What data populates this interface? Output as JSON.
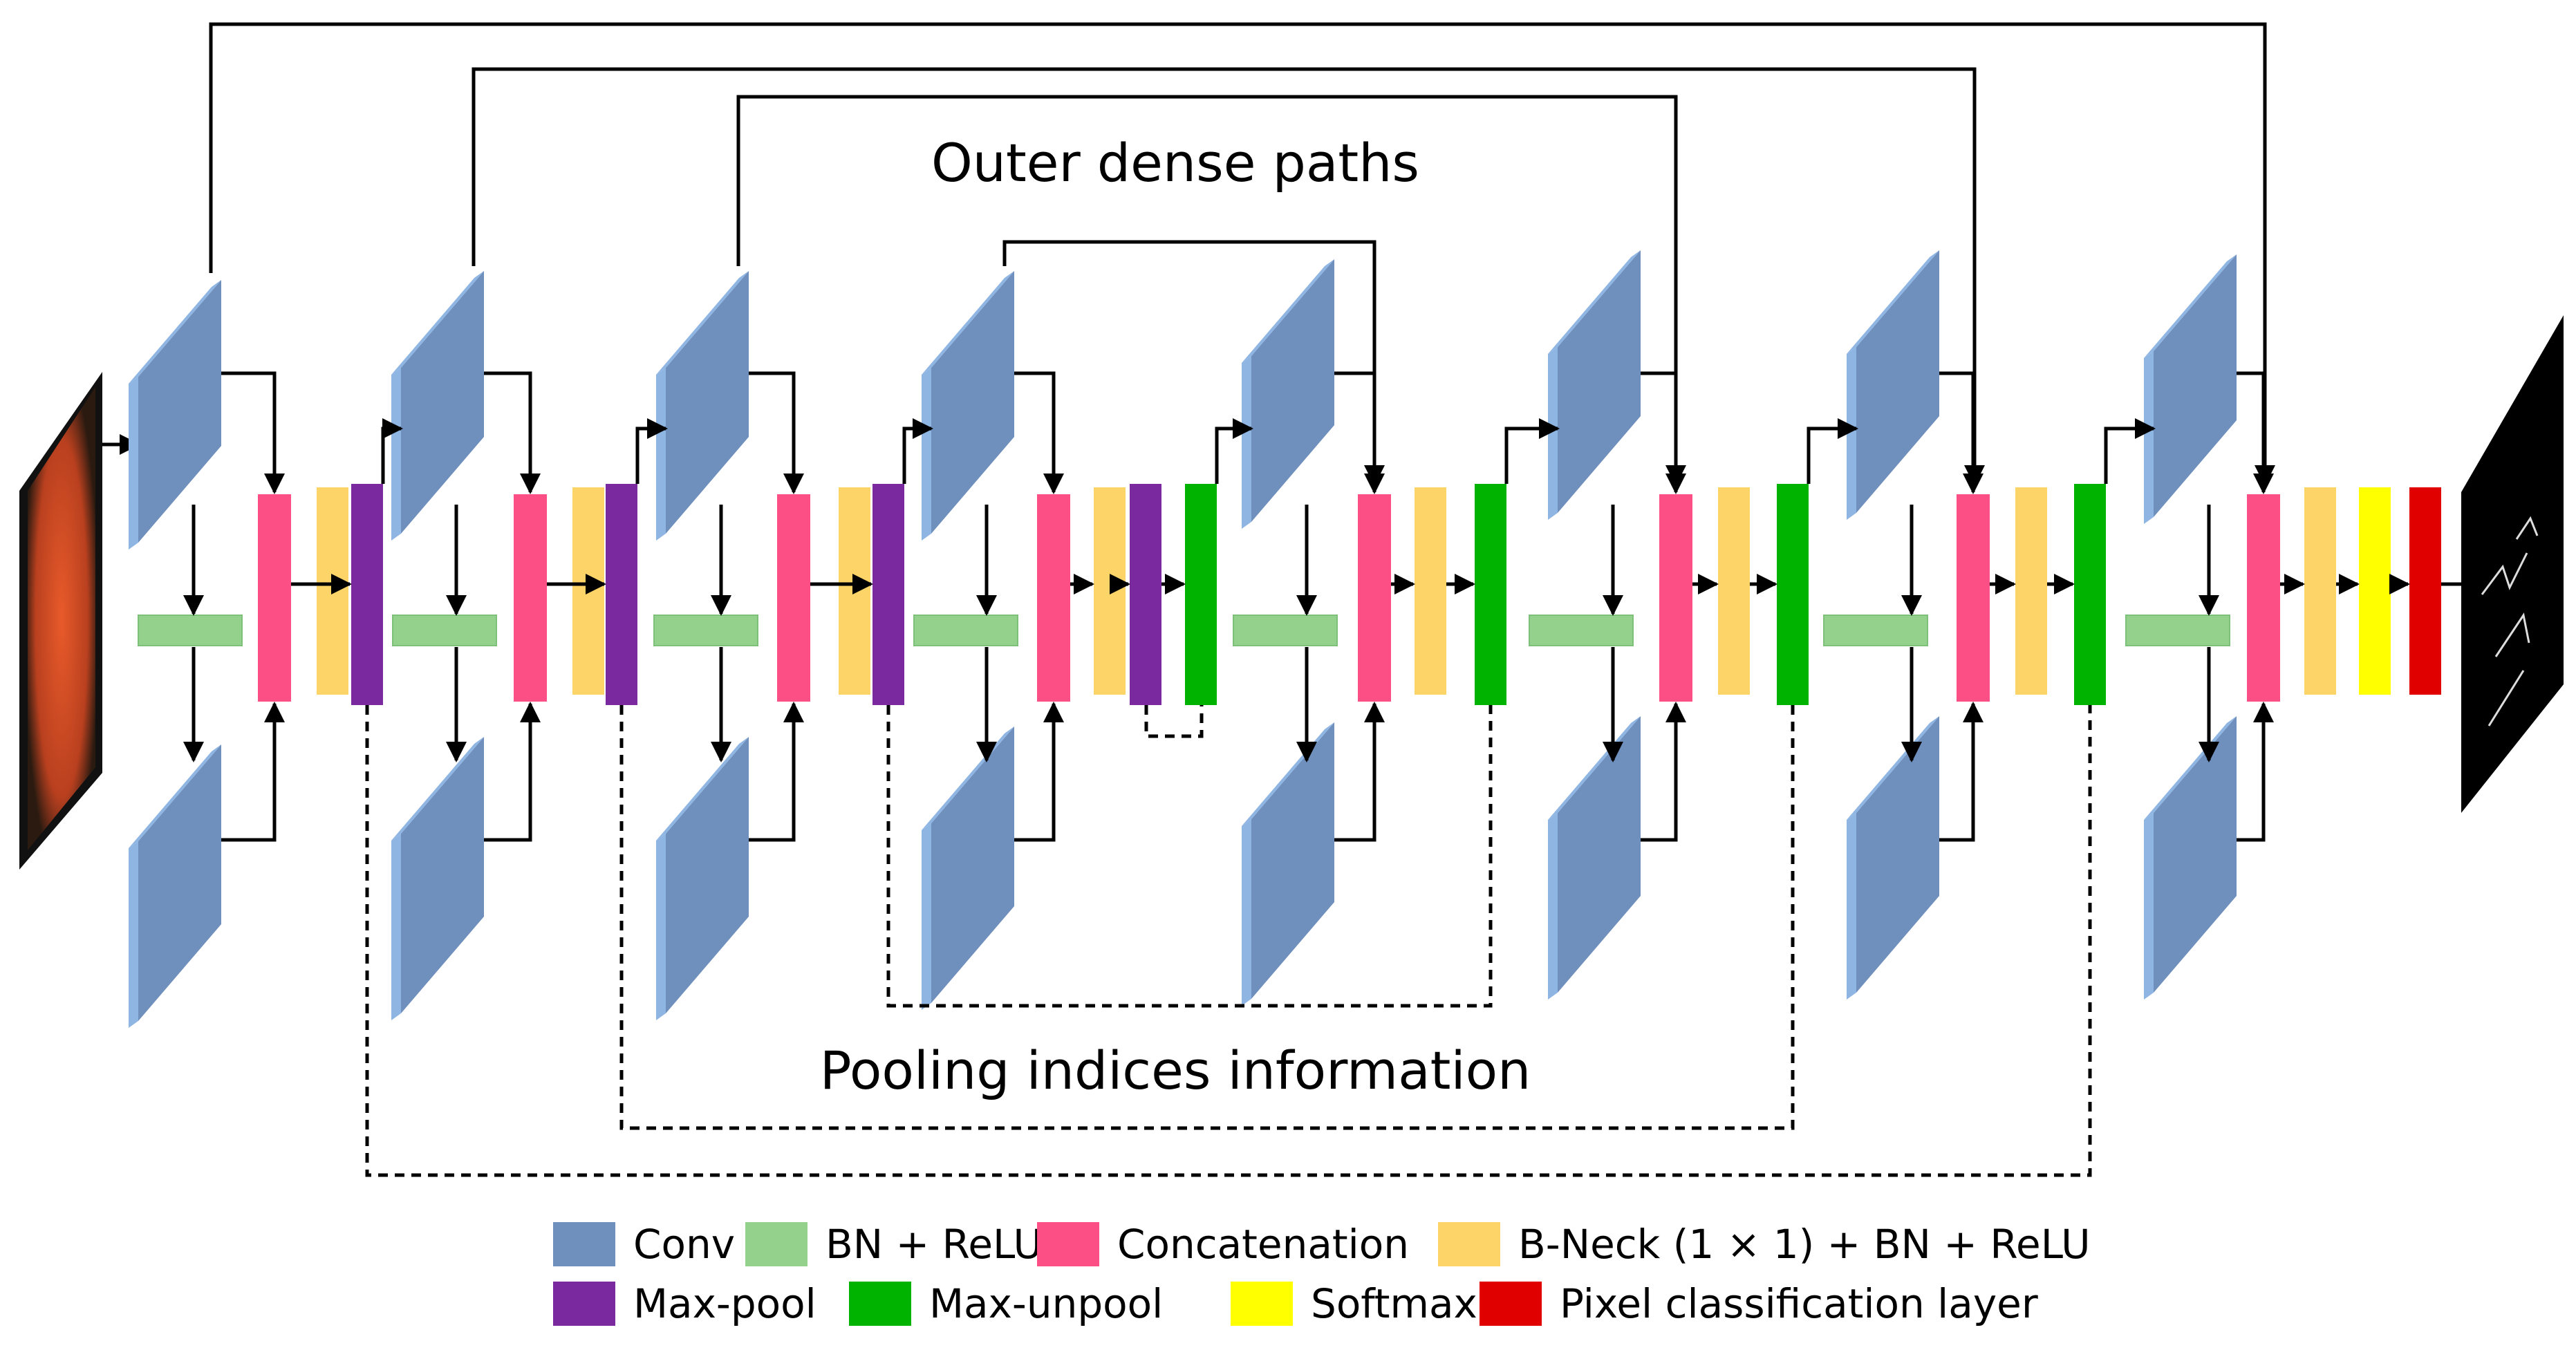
{
  "labels": {
    "outer_dense_paths": "Outer dense paths",
    "pooling_indices": "Pooling indices information"
  },
  "legend": [
    {
      "key": "conv",
      "label": "Conv",
      "color": "#6f8fbd"
    },
    {
      "key": "bn_relu",
      "label": "BN + ReLU",
      "color": "#93d18c"
    },
    {
      "key": "concat",
      "label": "Concatenation",
      "color": "#fc4f86"
    },
    {
      "key": "bneck",
      "label": "B-Neck (1 × 1) + BN + ReLU",
      "color": "#fdd468"
    },
    {
      "key": "maxpool",
      "label": "Max-pool",
      "color": "#7a2a9e"
    },
    {
      "key": "maxunpool",
      "label": "Max-unpool",
      "color": "#00b300"
    },
    {
      "key": "softmax",
      "label": "Softmax",
      "color": "#ffff00"
    },
    {
      "key": "pixel",
      "label": "Pixel classification layer",
      "color": "#e00000"
    }
  ],
  "colors": {
    "conv_face": "#6f8fbd",
    "conv_edge": "#8fb5e3",
    "line": "#000000"
  },
  "icons": {
    "input_image": "fundus-image",
    "output_image": "segmentation-mask"
  }
}
